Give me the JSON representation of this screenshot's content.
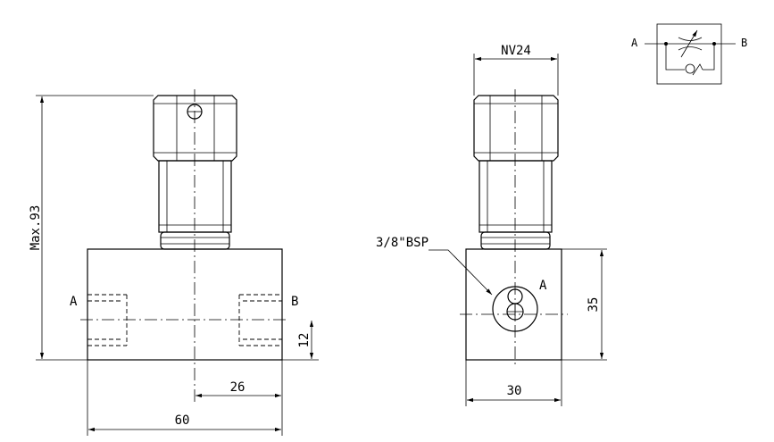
{
  "dims": {
    "max_height": "Max.93",
    "body_length": "60",
    "port_offset": "26",
    "port_height": "12",
    "body_width": "30",
    "body_height": "35",
    "hex_size": "NV24",
    "thread": "3/8\"BSP"
  },
  "ports": {
    "front_a": "A",
    "front_b": "B",
    "side_a": "A",
    "symbol_a": "A",
    "symbol_b": "B"
  },
  "colors": {
    "line": "#000000",
    "background": "#ffffff"
  }
}
